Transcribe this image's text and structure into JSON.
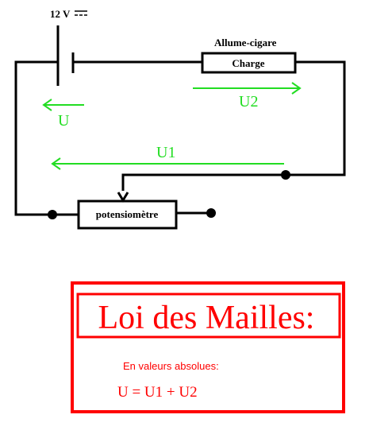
{
  "circuit": {
    "battery_label": "12 V",
    "socket_label": "Allume-cigare",
    "load_label": "Charge",
    "potentiometer_label": "potensiomètre",
    "arrow_u2_label": "U2",
    "arrow_u1_label": "U1",
    "arrow_u_label": "U"
  },
  "law_box": {
    "title": "Loi des Mailles:",
    "subtitle": "En valeurs absolues:",
    "equation": "U = U1 + U2"
  },
  "colors": {
    "wire": "#000000",
    "arrow": "#22dd22",
    "box": "#ff0000"
  }
}
